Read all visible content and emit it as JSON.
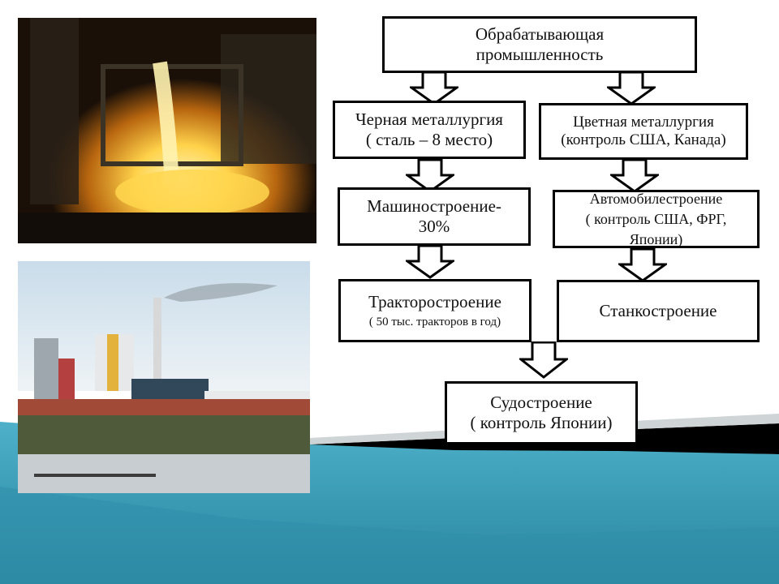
{
  "diagram": {
    "root": {
      "line1": "Обрабатывающая",
      "line2": "промышленность"
    },
    "ferrous": {
      "line1": "Черная металлургия",
      "line2": "( сталь – 8 место)"
    },
    "nonferrous": {
      "line1": "Цветная металлургия",
      "line2": "(контроль США, Канада)"
    },
    "machinery": {
      "line1": "Машиностроение-",
      "line2": "30%"
    },
    "auto": {
      "line1": "Автомобилестроение",
      "line2": "( контроль США, ФРГ,",
      "line3": "Японии)"
    },
    "tractor": {
      "line1": "Тракторостроение",
      "line2": "( 50 тыс. тракторов в год)"
    },
    "machinetool": {
      "line1": "Станкостроение"
    },
    "shipbuilding": {
      "line1": "Судостроение",
      "line2": "( контроль Японии)"
    }
  },
  "colors": {
    "ocean": "#3b9bb5",
    "ocean_dark": "#2a7f99",
    "stripe": "#000000",
    "molten": "#ffd54a"
  },
  "images": [
    {
      "icon": "molten-metal-photo"
    },
    {
      "icon": "industrial-plant-photo"
    }
  ]
}
